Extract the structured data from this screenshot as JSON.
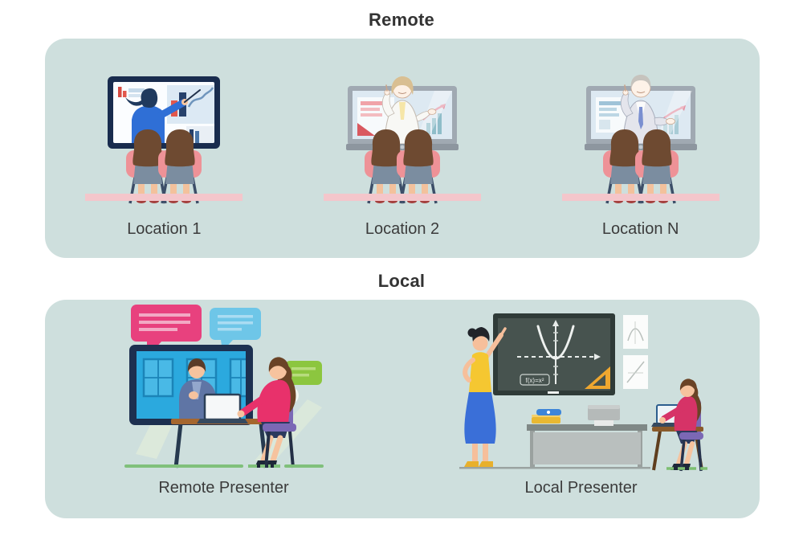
{
  "remote_section": {
    "title": "Remote",
    "locations": [
      {
        "label": "Location 1"
      },
      {
        "label": "Location 2"
      },
      {
        "label": "Location N"
      }
    ]
  },
  "local_section": {
    "title": "Local",
    "scenes": [
      {
        "label": "Remote Presenter"
      },
      {
        "label": "Local Presenter",
        "board_formula": "f(x)=x²"
      }
    ]
  },
  "colors": {
    "panel_background": "#cedfdd",
    "floor_strip_pink": "#f4c6cb",
    "floor_line_green": "#80c07b",
    "tv_bezel_navy": "#192c4e",
    "monitor_bezel_gray": "#a0a9b2",
    "video_screen_blue": "#2ba9de",
    "bubble_pink": "#e8417e",
    "bubble_blue": "#6ec6e8",
    "bubble_green": "#8cc63f",
    "chalkboard": "#47534f",
    "heading_text": "#333333"
  }
}
